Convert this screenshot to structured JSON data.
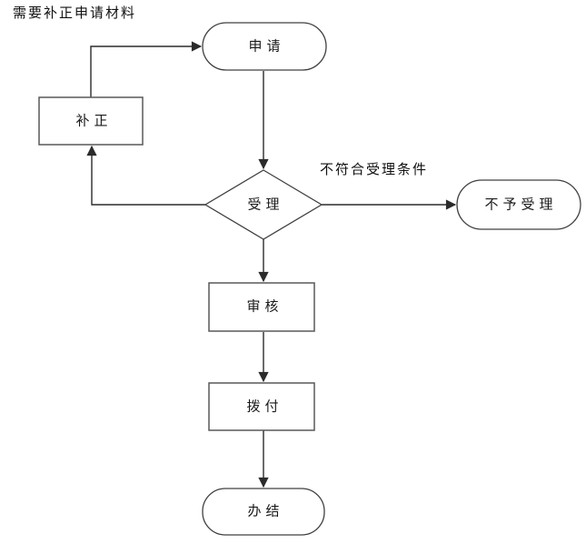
{
  "diagram": {
    "note": "需要补正申请材料",
    "nodes": {
      "apply": {
        "label": "申请",
        "type": "stadium"
      },
      "correct": {
        "label": "补正",
        "type": "rect"
      },
      "accept": {
        "label": "受理",
        "type": "diamond"
      },
      "reject": {
        "label": "不予受理",
        "type": "stadium"
      },
      "review": {
        "label": "审核",
        "type": "rect"
      },
      "disburse": {
        "label": "拨付",
        "type": "rect"
      },
      "complete": {
        "label": "办结",
        "type": "stadium"
      }
    },
    "edges": [
      {
        "from": "correct",
        "to": "apply",
        "label": ""
      },
      {
        "from": "apply",
        "to": "accept",
        "label": ""
      },
      {
        "from": "accept",
        "to": "correct",
        "label": "需要补正申请材料"
      },
      {
        "from": "accept",
        "to": "reject",
        "label": "不符合受理条件"
      },
      {
        "from": "accept",
        "to": "review",
        "label": ""
      },
      {
        "from": "review",
        "to": "disburse",
        "label": ""
      },
      {
        "from": "disburse",
        "to": "complete",
        "label": ""
      }
    ],
    "edge_labels": {
      "reject_branch": "不符合受理条件"
    },
    "colors": {
      "background": "#ffffff",
      "shape_fill": "#ffffff",
      "stadium_stroke": "#404040",
      "rect_stroke": "#595959",
      "connector": "#2b2b2b",
      "text": "#1a1a1a"
    }
  }
}
